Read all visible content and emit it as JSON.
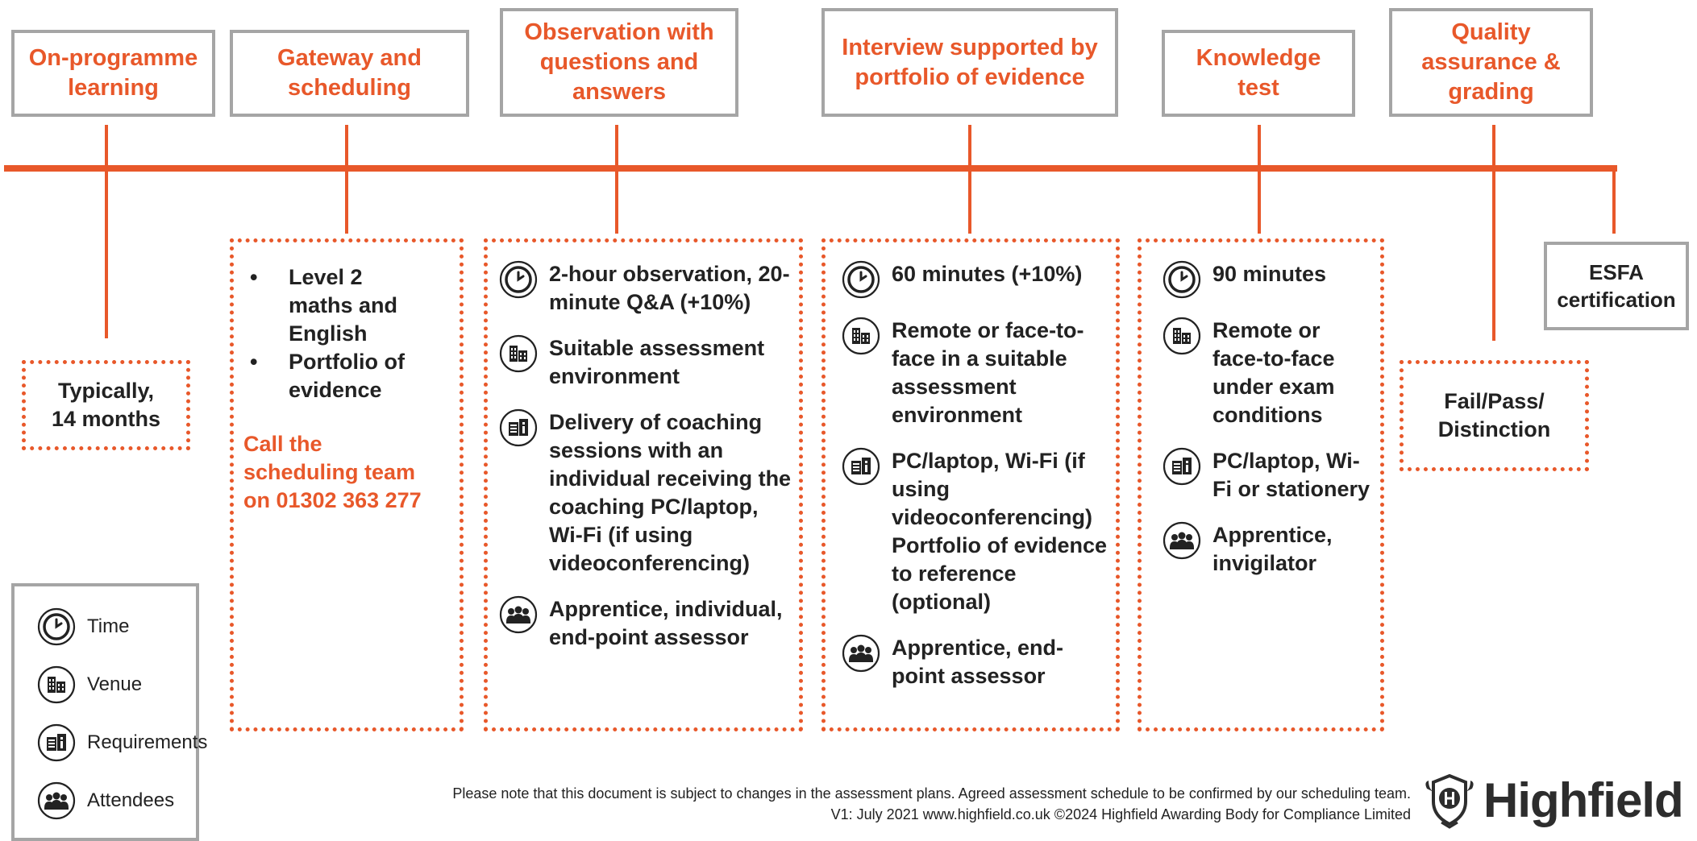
{
  "stages": [
    {
      "id": "onprog",
      "label": "On-programme learning"
    },
    {
      "id": "gateway",
      "label": "Gateway and scheduling"
    },
    {
      "id": "observation",
      "label": "Observation with questions and answers"
    },
    {
      "id": "interview",
      "label": "Interview supported by portfolio of evidence"
    },
    {
      "id": "knowledge",
      "label": "Knowledge test"
    },
    {
      "id": "quality",
      "label": "Quality assurance & grading"
    }
  ],
  "onprog": {
    "duration": "Typically, 14 months"
  },
  "gateway": {
    "bullets": [
      "Level 2 maths and English",
      "Portfolio of evidence"
    ],
    "call": "Call the scheduling team on 01302 363 277"
  },
  "observation": {
    "time": "2-hour observation, 20-minute Q&A (+10%)",
    "venue": "Suitable assessment environment",
    "requirements": "Delivery of coaching sessions with an individual receiving the coaching PC/laptop, Wi-Fi (if using videoconferencing)",
    "attendees": "Apprentice, individual, end-point assessor"
  },
  "interview": {
    "time": "60 minutes (+10%)",
    "venue": "Remote or face-to-face in a suitable assessment environment",
    "requirements": "PC/laptop, Wi-Fi (if using videoconferencing) Portfolio of evidence to reference (optional)",
    "attendees": "Apprentice, end-point assessor"
  },
  "knowledge": {
    "time": "90 minutes",
    "venue": "Remote or face-to-face under exam conditions",
    "requirements": "PC/laptop, Wi-Fi or stationery",
    "attendees": "Apprentice, invigilator"
  },
  "quality": {
    "grades": "Fail/Pass/ Distinction"
  },
  "esfa": {
    "label": "ESFA certification"
  },
  "legend": [
    {
      "icon": "clock-icon",
      "label": "Time"
    },
    {
      "icon": "building-icon",
      "label": "Venue"
    },
    {
      "icon": "requirements-icon",
      "label": "Requirements"
    },
    {
      "icon": "attendees-icon",
      "label": "Attendees"
    }
  ],
  "footer": {
    "line1": "Please note that this document is subject to changes in the assessment plans.  Agreed assessment schedule to be confirmed by our scheduling team.",
    "line2": "V1: July 2021   www.highfield.co.uk   ©2024 Highfield Awarding Body for Compliance Limited"
  },
  "brand": {
    "name": "Highfield",
    "accent": "#e8582a",
    "border": "#a5a5a5"
  }
}
